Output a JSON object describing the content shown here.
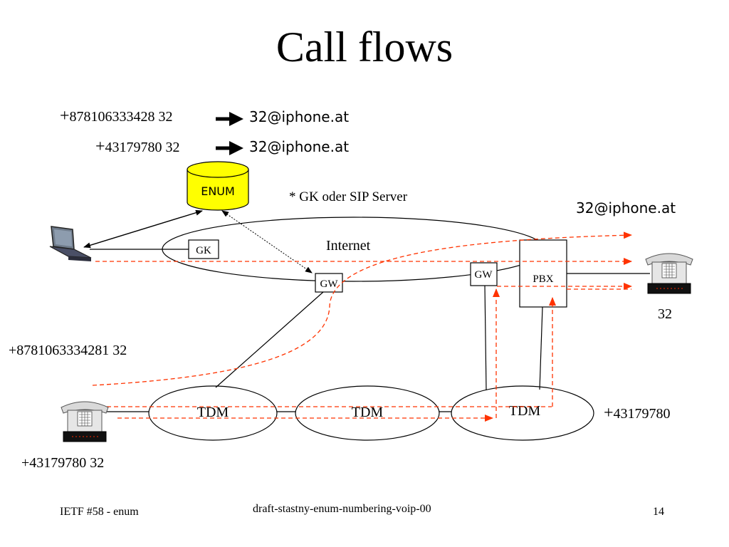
{
  "title": "Call flows",
  "mappings": [
    {
      "plus": "+",
      "number": "878106333428 32",
      "target": "32@iphone.at"
    },
    {
      "plus": "+",
      "number": "43179780 32",
      "target": "32@iphone.at"
    }
  ],
  "enum_label": "ENUM",
  "note": "* GK oder SIP Server",
  "sip_uri": "32@iphone.at",
  "internet_label": "Internet",
  "gk_label": "GK",
  "gw_label_1": "GW",
  "gw_label_2": "GW",
  "pbx_label": "PBX",
  "tdm_labels": [
    "TDM",
    "TDM",
    "TDM"
  ],
  "extension_32": "32",
  "left_number": "+8781063334281 32",
  "right_number": {
    "plus": "+",
    "number": "43179780"
  },
  "bottom_number": "+43179780 32",
  "footer": {
    "left": "IETF #58 - enum",
    "center": "draft-stastny-enum-numbering-voip-00",
    "page": "14"
  },
  "colors": {
    "enum_fill": "#ffff00",
    "flow_arrow": "#ff3300",
    "text": "#000000"
  },
  "icons": [
    "laptop-icon",
    "telephone-icon",
    "database-icon",
    "arrow-right-icon"
  ]
}
